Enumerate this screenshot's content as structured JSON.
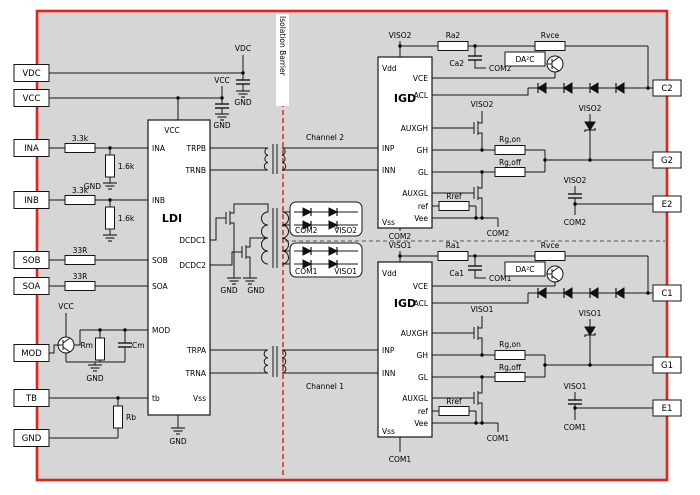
{
  "terminals": {
    "left": [
      "VDC",
      "VCC",
      "INA",
      "INB",
      "SOB",
      "SOA",
      "MOD",
      "TB",
      "GND"
    ],
    "right": [
      "C2",
      "G2",
      "E2",
      "C1",
      "G1",
      "E1"
    ]
  },
  "nets": {
    "vdc": "VDC",
    "vcc": "VCC",
    "gnd": "GND",
    "viso2": "VISO2",
    "com2": "COM2",
    "viso1": "VISO1",
    "com1": "COM1"
  },
  "ldi": {
    "title": "LDI",
    "pins": {
      "vcc": "VCC",
      "ina": "INA",
      "inb": "INB",
      "sob": "SOB",
      "soa": "SOA",
      "mod": "MOD",
      "tb": "tb",
      "vss": "Vss",
      "trpb": "TRPB",
      "trnb": "TRNB",
      "dcdc1": "DCDC1",
      "dcdc2": "DCDC2",
      "trpa": "TRPA",
      "trna": "TRNA"
    }
  },
  "igd": {
    "title": "IGD",
    "pins": {
      "vdd": "Vdd",
      "vce": "VCE",
      "acl": "ACL",
      "inp": "INP",
      "inn": "INN",
      "auxgh": "AUXGH",
      "gh": "GH",
      "gl": "GL",
      "auxgl": "AUXGL",
      "ref": "ref",
      "vee": "Vee",
      "vss": "Vss"
    }
  },
  "components": {
    "r_ina": "3.3k",
    "r_inb": "3.3k",
    "r_pd_a": "1.6k",
    "r_pd_b": "1.6k",
    "r_sob": "33R",
    "r_soa": "33R",
    "rm": "Rm",
    "cm": "Cm",
    "rb": "Rb",
    "ra2": "Ra2",
    "ca2": "Ca2",
    "ra1": "Ra1",
    "ca1": "Ca1",
    "rvce": "Rvce",
    "da2c": "DA²C",
    "rg_on": "Rg,on",
    "rg_off": "Rg,off",
    "rref": "Rref"
  },
  "labels": {
    "isolation_barrier": "Isolation Barrier",
    "channel2": "Channel 2",
    "channel1": "Channel 1"
  }
}
